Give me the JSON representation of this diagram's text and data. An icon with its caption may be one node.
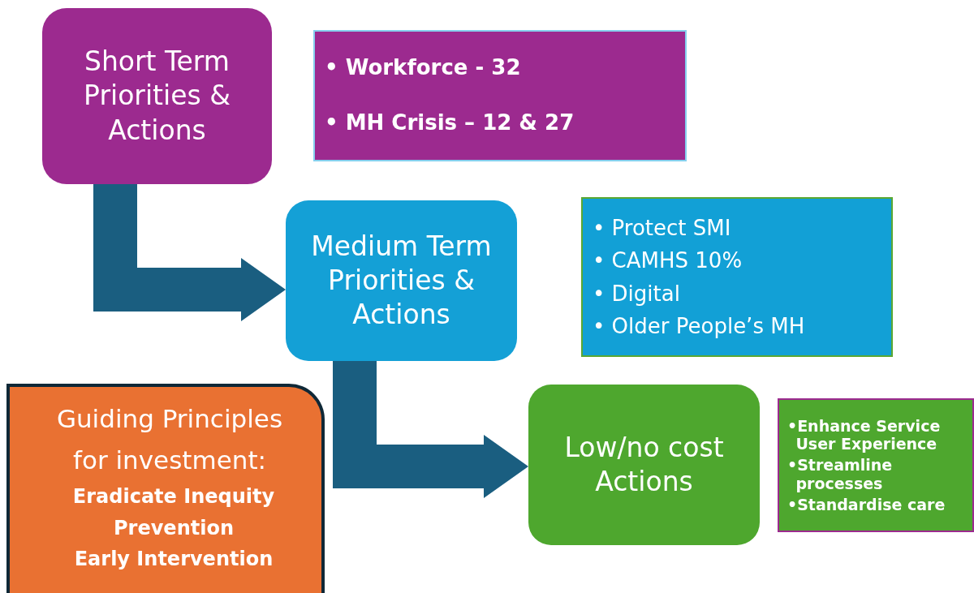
{
  "diagram": {
    "nodes": [
      {
        "text": [
          "Short Term Priorities & Actions"
        ]
      },
      {
        "text": [
          "• Workforce - 32",
          "• MH Crisis  – 12 & 27"
        ]
      },
      {
        "text": [
          "Medium Term Priorities & Actions"
        ]
      },
      {
        "text": [
          "• Protect SMI",
          "• CAMHS 10%",
          "• Digital",
          "• Older People’s MH"
        ]
      },
      {
        "text": [
          "Low/no cost Actions"
        ]
      },
      {
        "text": [
          "•Enhance Service User Experience",
          "•Streamline processes",
          "•Standardise care"
        ]
      },
      {
        "text": [
          "Guiding Principles for investment:",
          "Eradicate Inequity",
          "Prevention",
          "Early Intervention"
        ]
      }
    ],
    "edges": [
      {
        "from": 0,
        "to": 2,
        "arrow": "to",
        "style": "thick"
      },
      {
        "from": 2,
        "to": 4,
        "arrow": "to",
        "style": "thick"
      }
    ]
  }
}
